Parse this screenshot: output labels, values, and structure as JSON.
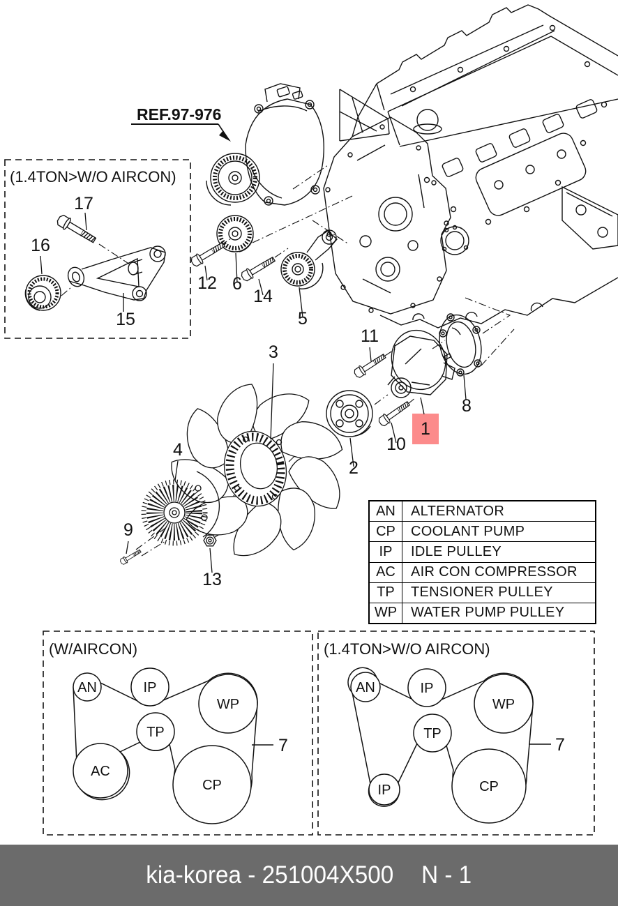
{
  "ref_label": "REF.97-976",
  "inset_box": {
    "title": "(1.4TON>W/O AIRCON)"
  },
  "callouts": {
    "n1": "1",
    "n2": "2",
    "n3": "3",
    "n4": "4",
    "n5": "5",
    "n6": "6",
    "n8": "8",
    "n9": "9",
    "n10": "10",
    "n11": "11",
    "n12": "12",
    "n13": "13",
    "n14": "14",
    "n15": "15",
    "n16": "16",
    "n17": "17"
  },
  "highlight": {
    "fill": "#fc8b8b",
    "label_color": "#8b1a1a"
  },
  "legend": {
    "rows": [
      {
        "abbr": "AN",
        "name": "ALTERNATOR"
      },
      {
        "abbr": "CP",
        "name": "COOLANT PUMP"
      },
      {
        "abbr": "IP",
        "name": "IDLE PULLEY"
      },
      {
        "abbr": "AC",
        "name": "AIR CON COMPRESSOR"
      },
      {
        "abbr": "TP",
        "name": "TENSIONER PULLEY"
      },
      {
        "abbr": "WP",
        "name": "WATER PUMP PULLEY"
      }
    ]
  },
  "belt_diagrams": {
    "left": {
      "title": "(W/AIRCON)",
      "belt_callout": "7",
      "pulleys": [
        {
          "label": "AN"
        },
        {
          "label": "IP"
        },
        {
          "label": "WP"
        },
        {
          "label": "TP"
        },
        {
          "label": "AC"
        },
        {
          "label": "CP"
        }
      ]
    },
    "right": {
      "title": "(1.4TON>W/O AIRCON)",
      "belt_callout": "7",
      "pulleys": [
        {
          "label": "AN"
        },
        {
          "label": "IP"
        },
        {
          "label": "WP"
        },
        {
          "label": "TP"
        },
        {
          "label": "IP"
        },
        {
          "label": "CP"
        }
      ]
    }
  },
  "footer": {
    "brand_code": "kia-korea - 251004X500",
    "page": "N - 1",
    "bg_color": "#6b6b6b",
    "text_color": "#ffffff"
  }
}
